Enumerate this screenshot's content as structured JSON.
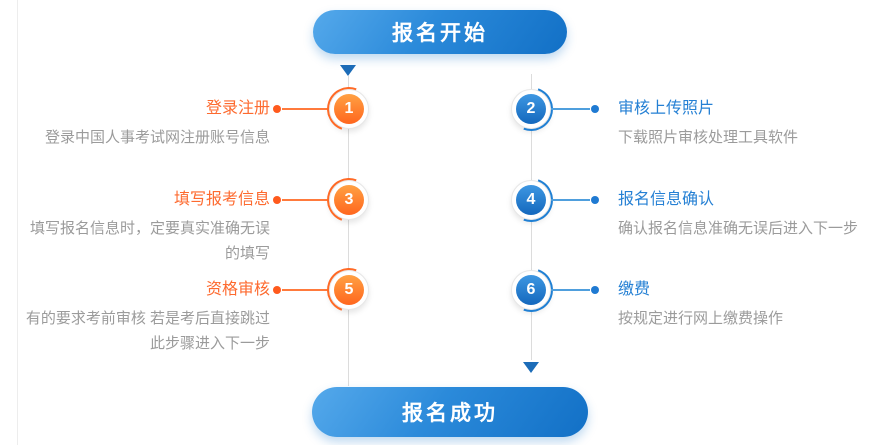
{
  "diagram": {
    "start": {
      "label": "报名开始"
    },
    "end": {
      "label": "报名成功"
    },
    "steps": [
      {
        "number": "1",
        "side": "left",
        "title": "登录注册",
        "desc_lines": [
          "登录中国人事考试网注册账号信息"
        ]
      },
      {
        "number": "2",
        "side": "right",
        "title": "审核上传照片",
        "desc_lines": [
          "下载照片审核处理工具软件"
        ]
      },
      {
        "number": "3",
        "side": "left",
        "title": "填写报考信息",
        "desc_lines": [
          "填写报名信息时，定要真实准确无误",
          "的填写"
        ]
      },
      {
        "number": "4",
        "side": "right",
        "title": "报名信息确认",
        "desc_lines": [
          "确认报名信息准确无误后进入下一步"
        ]
      },
      {
        "number": "5",
        "side": "left",
        "title": "资格审核",
        "desc_lines": [
          "有的要求考前审核 若是考后直接跳过",
          "此步骤进入下一步"
        ]
      },
      {
        "number": "6",
        "side": "right",
        "title": "缴费",
        "desc_lines": [
          "按规定进行网上缴费操作"
        ]
      }
    ],
    "colors": {
      "orange": "#ff6a26",
      "orange_deep": "#ff5a1d",
      "blue": "#2080d4",
      "blue_deep": "#1f7ad2",
      "banner_gradient_start": "#55a9eb",
      "banner_gradient_end": "#1270c6",
      "flow_line_gray": "#dcdcdc",
      "desc_gray": "#9b9b9b"
    }
  }
}
